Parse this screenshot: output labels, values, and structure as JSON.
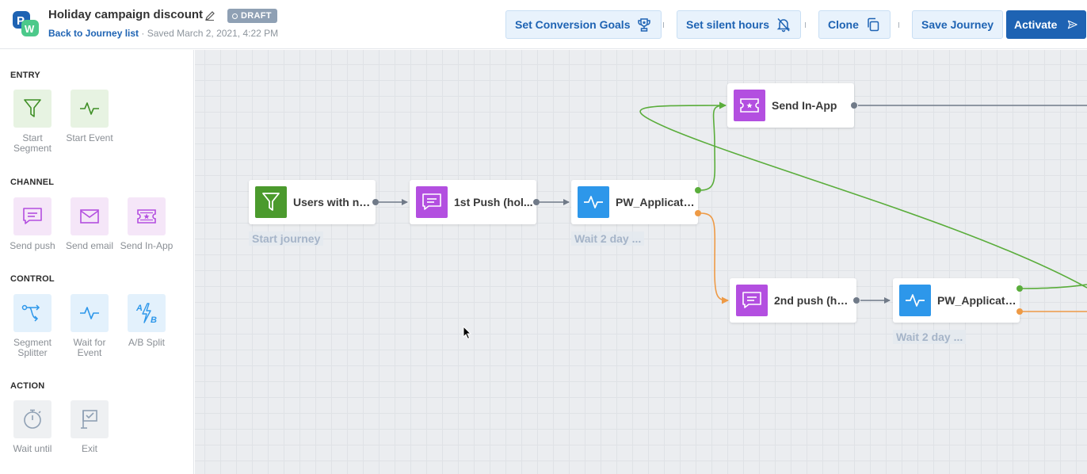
{
  "header": {
    "title": "Holiday campaign discount",
    "status_badge": "DRAFT",
    "back_link": "Back to Journey list",
    "saved_text": " · Saved March 2, 2021, 4:22 PM",
    "buttons": {
      "conversion_goals": "Set Conversion Goals",
      "silent_hours": "Set silent hours",
      "clone": "Clone",
      "save": "Save Journey",
      "activate": "Activate"
    }
  },
  "sidebar": {
    "entry_title": "ENTRY",
    "channel_title": "CHANNEL",
    "control_title": "CONTROL",
    "action_title": "ACTION",
    "entry": [
      {
        "label": "Start Segment",
        "icon": "funnel-icon"
      },
      {
        "label": "Start Event",
        "icon": "pulse-icon"
      }
    ],
    "channel": [
      {
        "label": "Send push",
        "icon": "message-icon"
      },
      {
        "label": "Send email",
        "icon": "envelope-icon"
      },
      {
        "label": "Send In-App",
        "icon": "ticket-star-icon"
      }
    ],
    "control": [
      {
        "label": "Segment Splitter",
        "icon": "split-icon"
      },
      {
        "label": "Wait for Event",
        "icon": "pulse-icon"
      },
      {
        "label": "A/B Split",
        "icon": "ab-split-icon"
      }
    ],
    "action": [
      {
        "label": "Wait until",
        "icon": "timer-icon"
      },
      {
        "label": "Exit",
        "icon": "flag-icon"
      }
    ]
  },
  "canvas": {
    "nodes": [
      {
        "id": "start",
        "label": "Users with no...",
        "icon": "funnel-icon",
        "caption": "Start journey"
      },
      {
        "id": "push1",
        "label": "1st Push (hol...",
        "icon": "message-icon"
      },
      {
        "id": "wait1",
        "label": "PW_Applicati...",
        "icon": "pulse-icon",
        "caption": "Wait 2 day ..."
      },
      {
        "id": "inapp",
        "label": "Send In-App",
        "icon": "ticket-star-icon"
      },
      {
        "id": "push2",
        "label": "2nd push (hol...",
        "icon": "message-icon"
      },
      {
        "id": "wait2",
        "label": "PW_Applicati...",
        "icon": "pulse-icon",
        "caption": "Wait 2 day ..."
      }
    ]
  },
  "colors": {
    "brand_blue": "#1e63b3",
    "edge_gray": "#707a88",
    "edge_green": "#5aad3b",
    "edge_orange": "#ee9a45",
    "node_green": "#4b9a2d",
    "node_purple": "#b34fe0",
    "node_blue": "#2d97ea"
  }
}
